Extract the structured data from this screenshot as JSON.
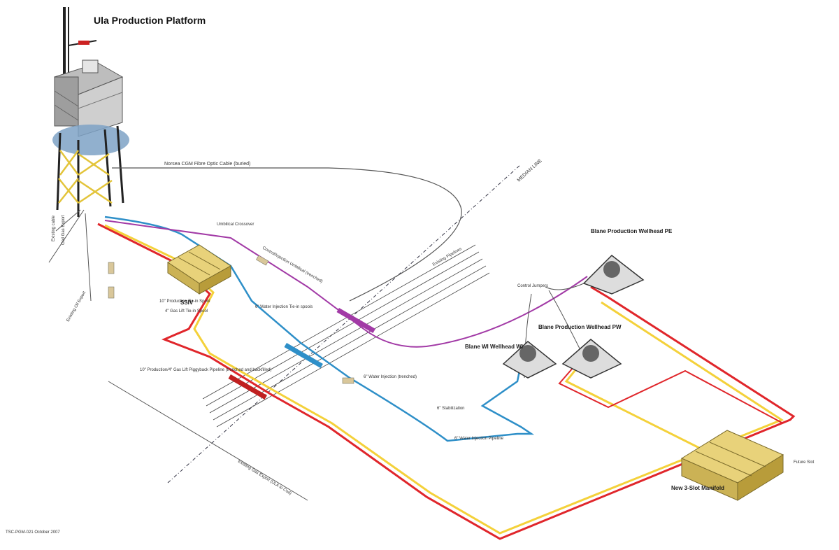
{
  "title": "Ula Production Platform",
  "labels": {
    "fibre_cable": "Norsea CGM Fibre Optic Cable (buried)",
    "umbilical_crossover": "Umbilical Crossover",
    "control_umbilical": "Control/Injection Umbilical (trenched)",
    "ssiv": "SSIV",
    "production_tie_in": "10\" Production Tie-in Spool",
    "gas_lift_tie_in": "4\" Gas Lift Tie-in Spool",
    "wi_tie_in": "6\" Water Injection Tie-in spools",
    "production_piggyback": "10\" Production/4\" Gas Lift Piggyback Pipeline (trenched and backfilled)",
    "wi_trenched": "6\" Water Injection (trenched)",
    "existing_pipelines": "Existing Pipelines",
    "existing_gas_export": "Existing Gas Export (ULA to Cod)",
    "cable_left_1": "Existing cable",
    "cable_left_2": "Cod Gas Export",
    "cable_left_3": "Existing Oil Export",
    "blane_pe": "Blane Production Wellhead PE",
    "blane_pw": "Blane Production Wellhead PW",
    "blane_wi": "Blane WI Wellhead WI",
    "control_jumpers": "Control Jumpers",
    "wi_pipeline": "6\" Water Injection Pipeline",
    "stabilization": "6\" Stabilization",
    "manifold": "New 3-Slot Manifold",
    "future_slot": "Future Slot",
    "median_line": "MEDIAN LINE",
    "footer": "TSC-PGM-021 October 2007"
  },
  "colors": {
    "production": "#e0262b",
    "gas_lift": "#f4d13a",
    "water_injection": "#2e8fc8",
    "umbilical": "#a23aa6",
    "structure": "#d9c170",
    "cable": "#555555"
  }
}
